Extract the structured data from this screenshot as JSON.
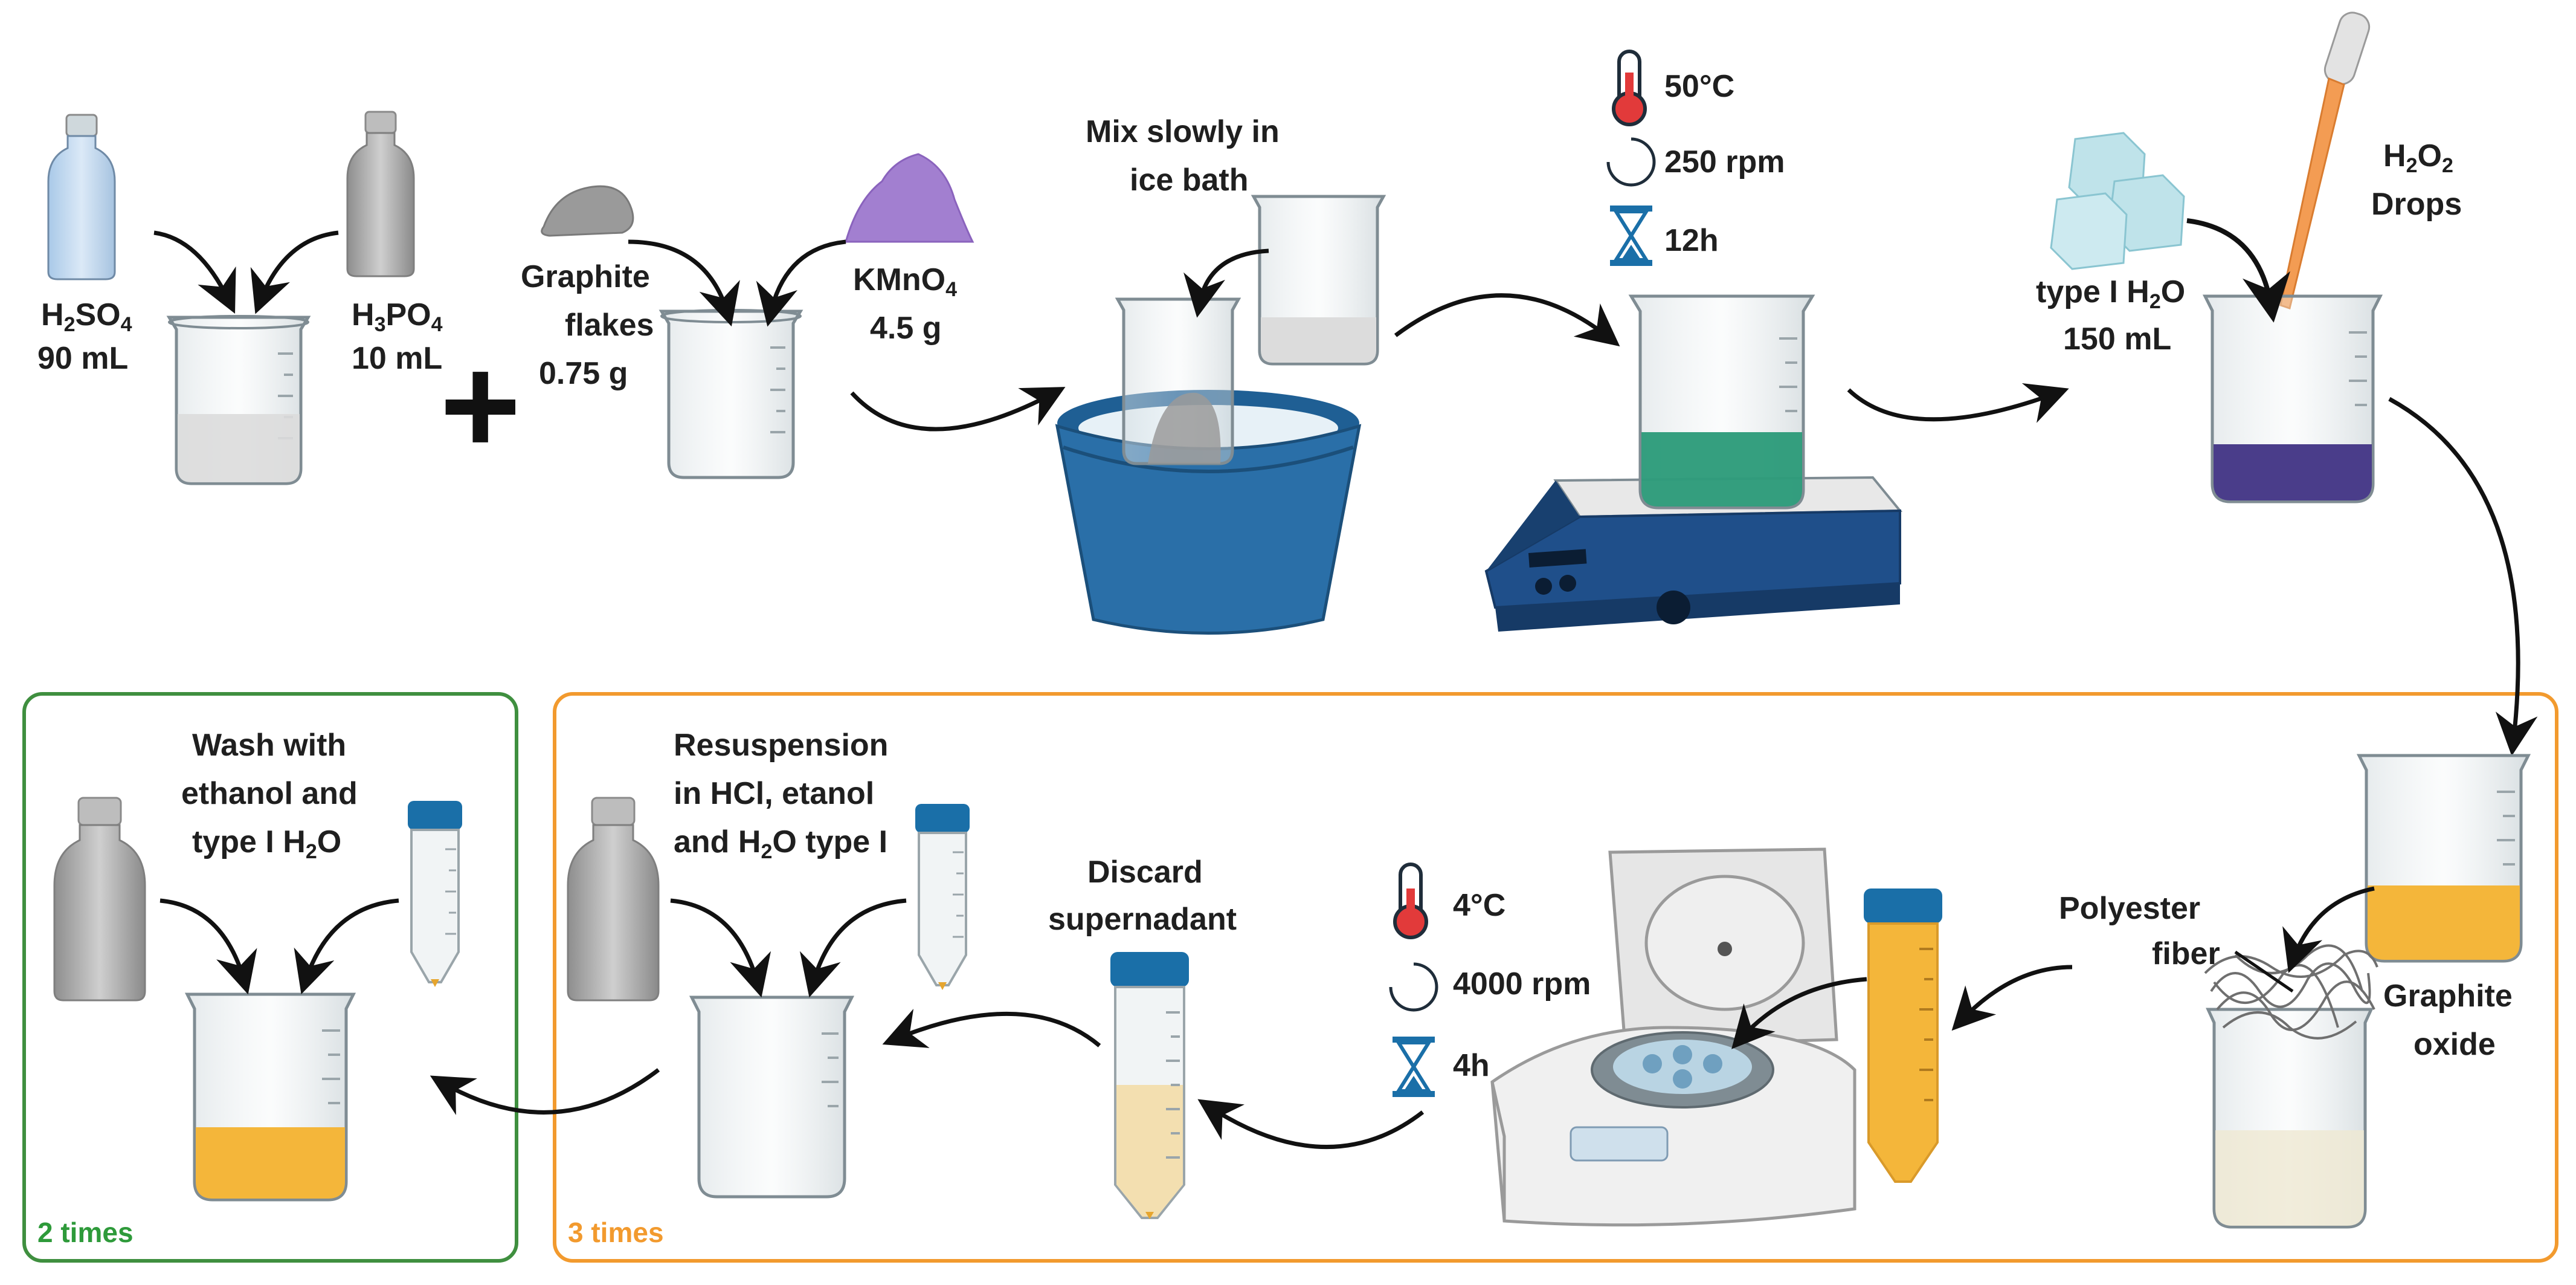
{
  "reagents": {
    "h2so4": {
      "formula": "H",
      "sub1": "2",
      "mid": "SO",
      "sub2": "4",
      "volume": "90 mL"
    },
    "h3po4": {
      "formula": "H",
      "sub1": "3",
      "mid": "PO",
      "sub2": "4",
      "volume": "10 mL"
    },
    "graphite": {
      "line1": "Graphite",
      "line2": "flakes",
      "amount": "0.75 g"
    },
    "kmno4": {
      "formula": "KMnO",
      "sub1": "4",
      "amount": "4.5 g"
    }
  },
  "plus_sign": "+",
  "ice_bath": {
    "line1": "Mix slowly in",
    "line2": "ice bath"
  },
  "stirring": {
    "temperature": "50°C",
    "speed": "250 rpm",
    "time": "12h"
  },
  "water_addition": {
    "line1_pre": "type I H",
    "line1_sub": "2",
    "line1_post": "O",
    "line2": "150 mL"
  },
  "h2o2": {
    "pre": "H",
    "sub1": "2",
    "mid": "O",
    "sub2": "2",
    "line2": "Drops"
  },
  "filtration": {
    "fiber_line1": "Polyester",
    "fiber_line2": "fiber",
    "oxide_line1": "Graphite",
    "oxide_line2": "oxide"
  },
  "centrifuge": {
    "temperature": "4°C",
    "speed": "4000 rpm",
    "time": "4h"
  },
  "discard": {
    "line1": "Discard",
    "line2": "supernadant"
  },
  "resuspension": {
    "line1": "Resuspension",
    "line2": "in HCl, etanol",
    "line3_pre": "and H",
    "line3_sub": "2",
    "line3_post": "O type I"
  },
  "wash": {
    "line1": "Wash with",
    "line2": "ethanol and",
    "line3_pre": "type I H",
    "line3_sub": "2",
    "line3_post": "O"
  },
  "loops": {
    "green_label": "2 times",
    "orange_label": "3 times"
  },
  "colors": {
    "green_box": "#3f8f3f",
    "orange_box": "#f29a2e",
    "gray_liquid": "#d8d8d8",
    "green_liquid": "#2a9a78",
    "purple_liquid": "#4a3d8a",
    "yellow_liquid": "#f4b63a",
    "ice_bucket": "#2a6fa8",
    "stirrer_body": "#1f4f8a",
    "kmno4_powder": "#a27fd0",
    "graphite_powder": "#9a9a9a",
    "falcon_cap": "#1a6fa8"
  }
}
